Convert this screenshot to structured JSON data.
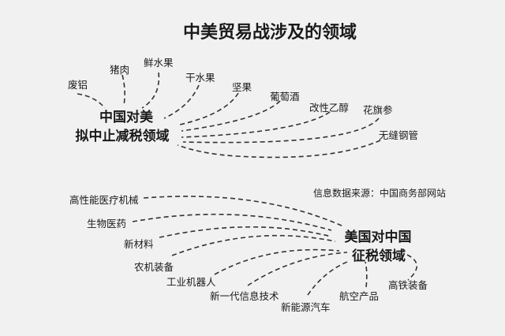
{
  "title": "中美贸易战涉及的领域",
  "source": "信息数据来源：中国商务部网站",
  "china_side": {
    "hub_line1": "中国对美",
    "hub_line2": "拟中止减税领域",
    "items": [
      "废铝",
      "猪肉",
      "鲜水果",
      "干水果",
      "坚果",
      "葡萄酒",
      "改性乙醇",
      "花旗参",
      "无缝钢管"
    ]
  },
  "us_side": {
    "hub_line1": "美国对中国",
    "hub_line2": "征税领域",
    "items": [
      "高性能医疗机械",
      "生物医药",
      "新材料",
      "农机装备",
      "工业机器人",
      "新一代信息技术",
      "新能源汽车",
      "航空产品",
      "高铁装备"
    ]
  }
}
